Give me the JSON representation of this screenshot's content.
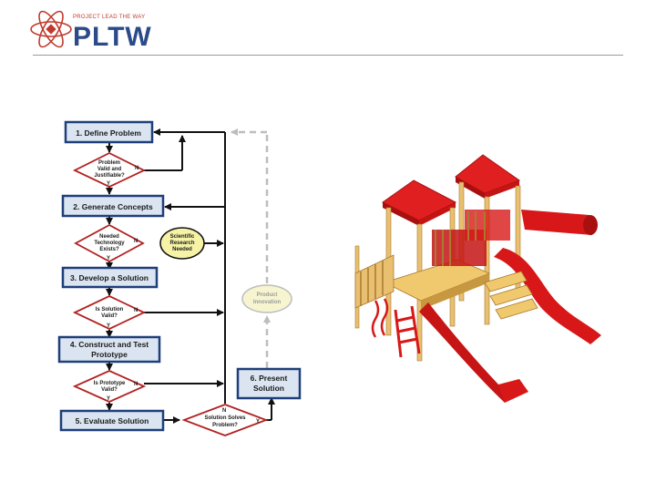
{
  "header": {
    "tagline": "PROJECT LEAD THE WAY",
    "wordmark": "PLTW"
  },
  "flowchart": {
    "steps": [
      {
        "label": "1. Define Problem"
      },
      {
        "label": "2. Generate Concepts"
      },
      {
        "label": "3. Develop a Solution"
      },
      {
        "label_line1": "4. Construct and Test",
        "label_line2": "Prototype"
      },
      {
        "label": "5.  Evaluate Solution"
      },
      {
        "label_line1": "6.  Present",
        "label_line2": "Solution"
      }
    ],
    "decisions": [
      {
        "line1": "Problem",
        "line2": "Valid and",
        "line3": "Justifiable?",
        "no": "N",
        "yes": "Y"
      },
      {
        "line1": "Needed",
        "line2": "Technology",
        "line3": "Exists?",
        "no": "N",
        "yes": "Y"
      },
      {
        "line1": "Is Solution",
        "line2": "Valid?",
        "no": "N",
        "yes": "Y"
      },
      {
        "line1": "Is Prototype",
        "line2": "Valid?",
        "no": "N",
        "yes": "Y"
      },
      {
        "line1": "Solution Solves",
        "line2": "Problem?",
        "no": "N",
        "yes": "Y"
      }
    ],
    "research": {
      "line1": "Scientific",
      "line2": "Research",
      "line3": "Needed"
    },
    "innovation": {
      "line1": "Product",
      "line2": "Innovation"
    },
    "colors": {
      "box_fill": "#dbe5f1",
      "box_stroke": "#1f3f7a",
      "diamond_stroke": "#b22222",
      "research_fill": "#f6f3a6",
      "innovation_fill": "#f7f5d0",
      "dashed": "#bdbdbd"
    }
  },
  "illustration": {
    "subject": "playground-structure",
    "colors": {
      "roof": "#e02020",
      "wood": "#e8c070",
      "slide": "#d81818",
      "shade": "#a81010"
    }
  }
}
